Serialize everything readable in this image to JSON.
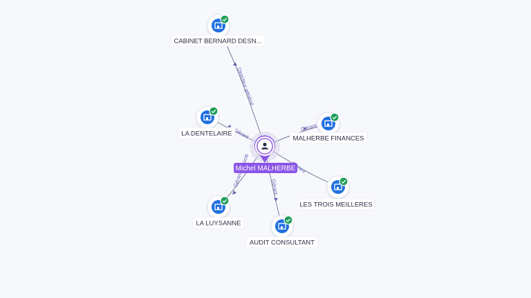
{
  "center": {
    "name": "Michel MALHERBE",
    "icon": "person-icon",
    "color": "#8b55e6"
  },
  "companies": [
    {
      "name": "CABINET BERNARD DESN...",
      "relation": "Directeur général",
      "icon": "building-icon",
      "verified": true
    },
    {
      "name": "LA DENTELAIRE",
      "relation": "Gérant",
      "icon": "building-icon",
      "verified": true
    },
    {
      "name": "MALHERBE FINANCES",
      "relation": "Gérant",
      "icon": "building-icon",
      "verified": true
    },
    {
      "name": "LES TROIS MEILLERES",
      "relation": "Gérant",
      "icon": "building-icon",
      "verified": true
    },
    {
      "name": "LA LUYSANNE",
      "relation": "Gérant Associé",
      "icon": "building-icon",
      "verified": true
    },
    {
      "name": "AUDIT CONSULTANT",
      "relation": "Gérant",
      "icon": "building-icon",
      "verified": true
    }
  ],
  "colors": {
    "node_icon": "#1f6fe0",
    "verified_badge": "#1e9e5a",
    "edge": "#6f6f8c",
    "edge_label": "#6b63b5"
  }
}
